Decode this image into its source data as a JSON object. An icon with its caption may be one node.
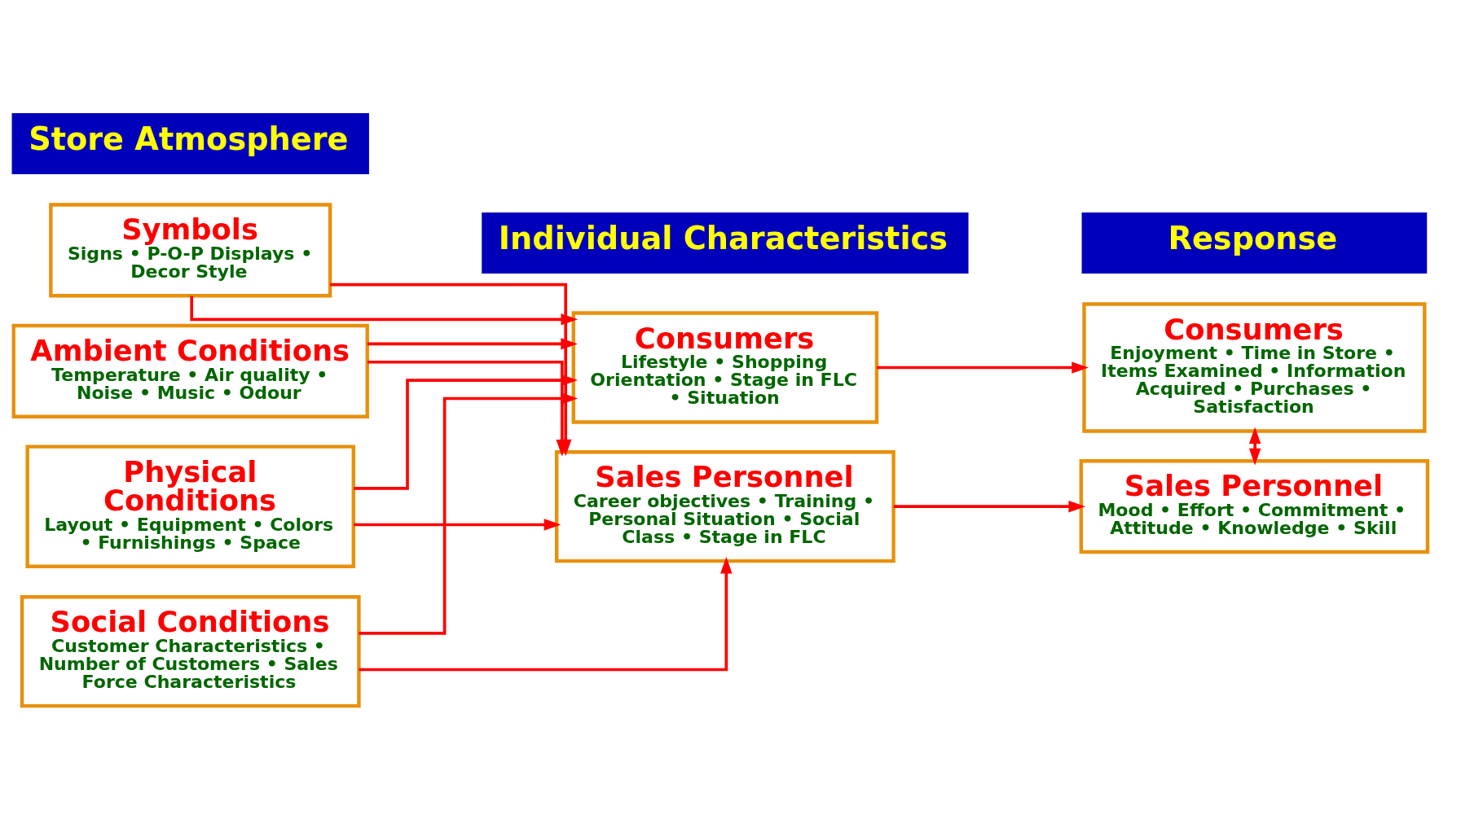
{
  "diagram": {
    "nodes": [
      {
        "text": [
          "Ambient Conditions",
          "Temperature • Air quality • Noise • Music • Odour"
        ]
      },
      {
        "text": [
          "Physical Conditions",
          "Layout • Equipment • Colors • Furnishings • Space"
        ]
      },
      {
        "text": [
          "Social Conditions",
          "Customer Characteristics • Number of Customers • Sales Force Characteristics"
        ]
      },
      {
        "text": [
          "Symbols",
          "Signs • P-O-P Displays • Decor Style"
        ]
      },
      {
        "text": [
          "Sales Personnel",
          "Career objectives • Training • Personal Situation • Social Class • Stage in FLC"
        ]
      },
      {
        "text": [
          "Consumers",
          "Lifestyle • Shopping Orientation • Stage in FLC • Situation"
        ]
      },
      {
        "text": [
          "Sales Personnel",
          "Mood • Effort • Commitment • Attitude • Knowledge • Skill"
        ]
      },
      {
        "text": [
          "Consumers",
          "Enjoyment • Time in Store • Items Examined • Information Acquired • Purchases • Satisfaction"
        ]
      }
    ],
    "edges": [
      {
        "from": 0,
        "to": 4,
        "arrow": "to"
      },
      {
        "from": 0,
        "to": 5,
        "arrow": "to"
      },
      {
        "from": 1,
        "to": 4,
        "arrow": "to"
      },
      {
        "from": 1,
        "to": 5,
        "arrow": "to"
      },
      {
        "from": 2,
        "to": 4,
        "arrow": "to"
      },
      {
        "from": 2,
        "to": 5,
        "arrow": "to"
      },
      {
        "from": 3,
        "to": 4,
        "arrow": "to"
      },
      {
        "from": 3,
        "to": 5,
        "arrow": "to"
      },
      {
        "from": 4,
        "to": 6,
        "arrow": "to"
      },
      {
        "from": 5,
        "to": 7,
        "arrow": "to"
      },
      {
        "from": 6,
        "to": 7,
        "arrow": "both"
      }
    ],
    "labels": [
      "Store Atmosphere",
      "Individual Characteristics",
      "Response"
    ]
  }
}
